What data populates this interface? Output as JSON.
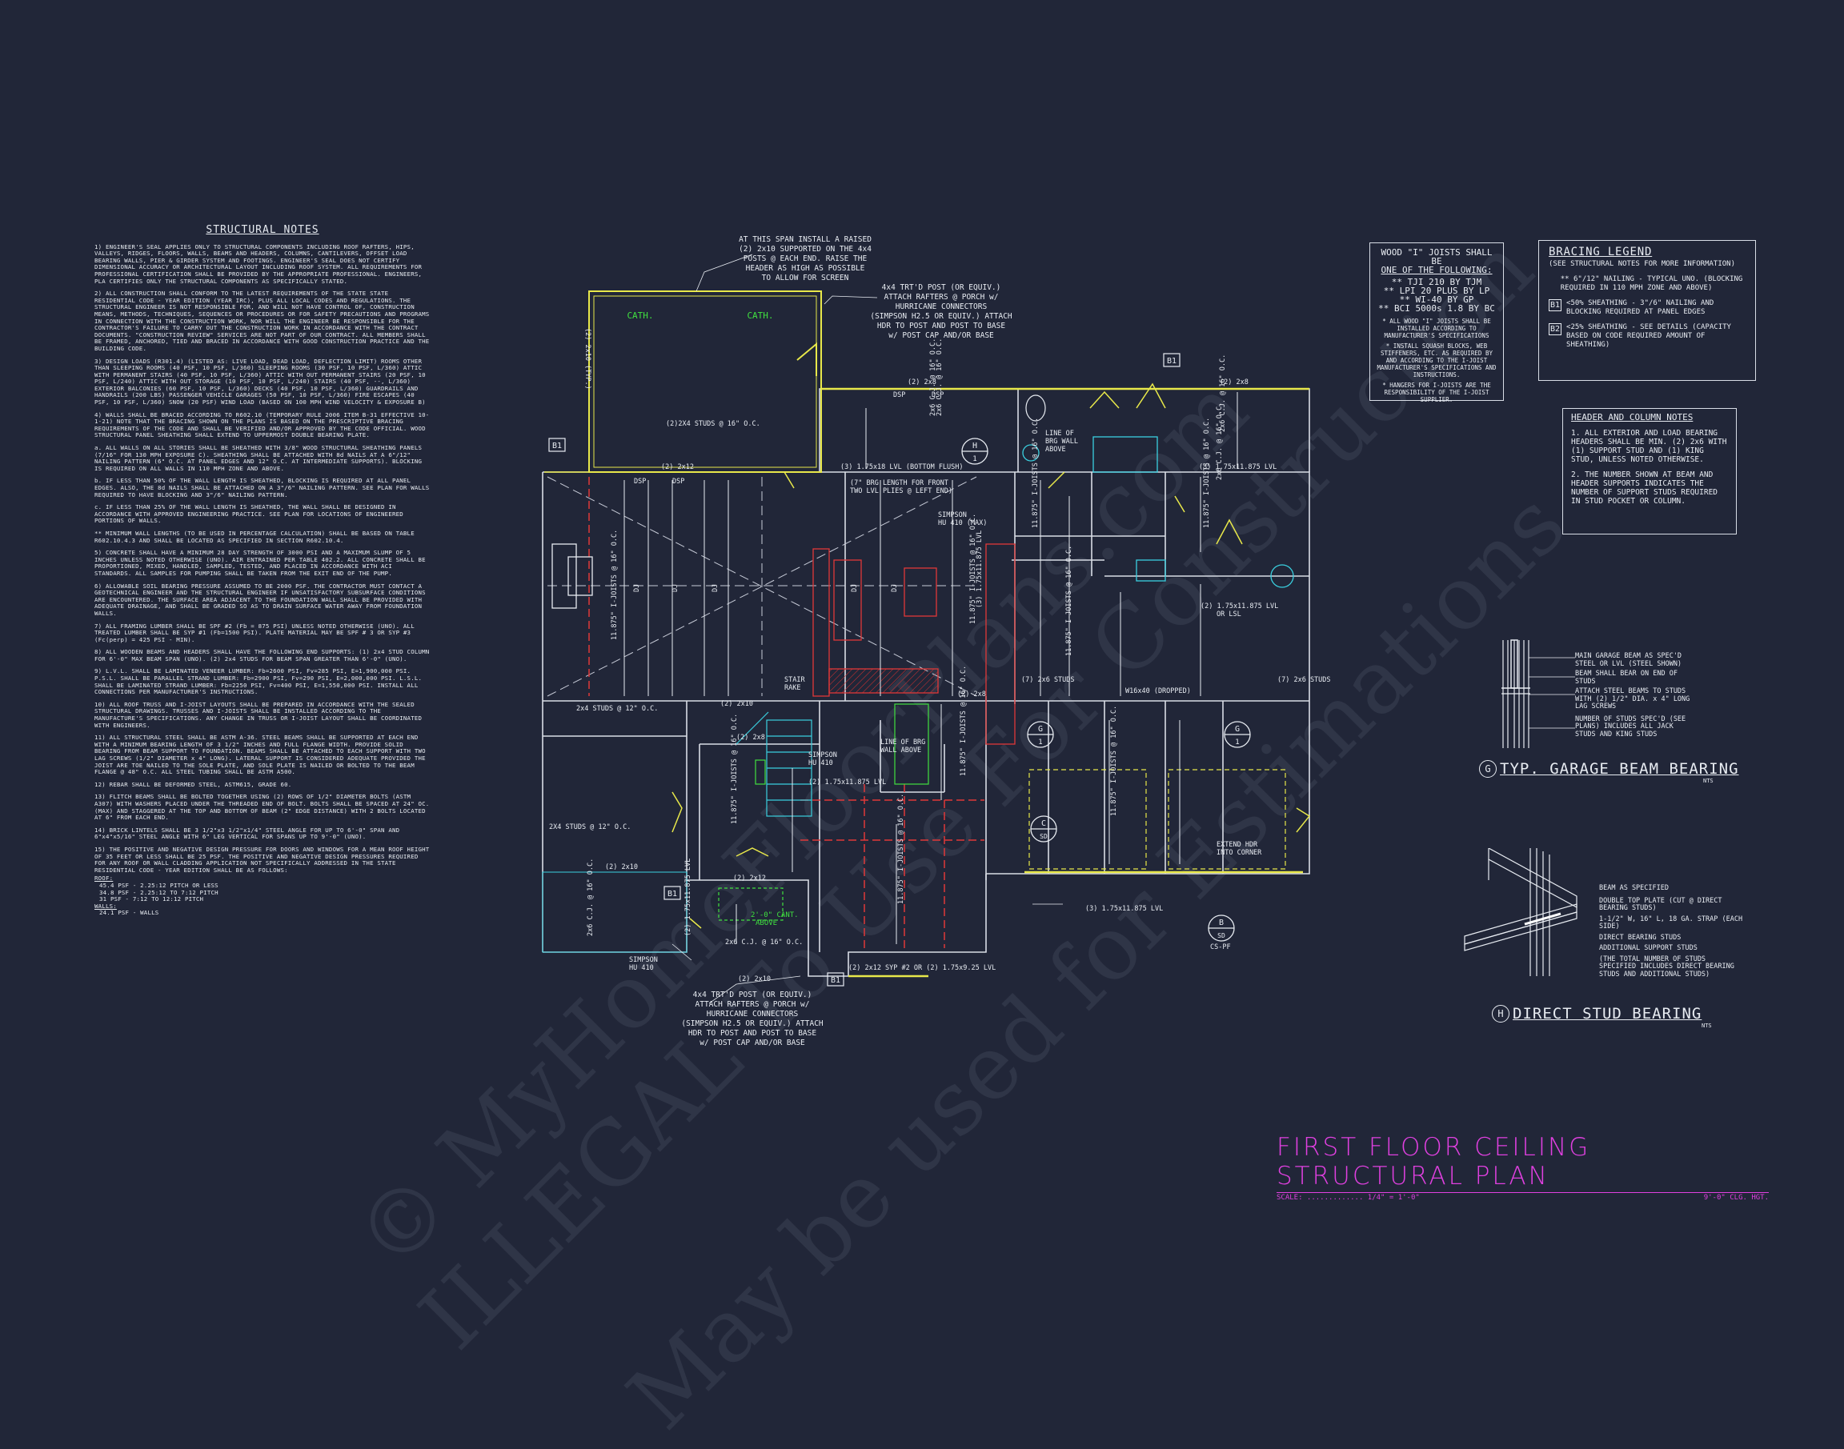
{
  "structural_notes": {
    "title": "STRUCTURAL NOTES",
    "paragraphs": [
      "1) ENGINEER'S SEAL APPLIES ONLY TO STRUCTURAL COMPONENTS INCLUDING ROOF RAFTERS, HIPS, VALLEYS, RIDGES, FLOORS, WALLS, BEAMS AND HEADERS, COLUMNS, CANTILEVERS, OFFSET LOAD BEARING WALLS, PIER & GIRDER SYSTEM AND FOOTINGS. ENGINEER'S SEAL DOES NOT CERTIFY DIMENSIONAL ACCURACY OR ARCHITECTURAL LAYOUT INCLUDING ROOF SYSTEM. ALL REQUIREMENTS FOR PROFESSIONAL CERTIFICATION SHALL BE PROVIDED BY THE APPROPRIATE PROFESSIONAL. ENGINEERS, PLA CERTIFIES ONLY THE STRUCTURAL COMPONENTS AS SPECIFICALLY STATED.",
      "2) ALL CONSTRUCTION SHALL CONFORM TO THE LATEST REQUIREMENTS OF THE STATE STATE RESIDENTIAL CODE - YEAR EDITION (YEAR IRC), PLUS ALL LOCAL CODES AND REGULATIONS. THE STRUCTURAL ENGINEER IS NOT RESPONSIBLE FOR, AND WILL NOT HAVE CONTROL OF, CONSTRUCTION MEANS, METHODS, TECHNIQUES, SEQUENCES OR PROCEDURES OR FOR SAFETY PRECAUTIONS AND PROGRAMS IN CONNECTION WITH THE CONSTRUCTION WORK, NOR WILL THE ENGINEER BE RESPONSIBLE FOR THE CONTRACTOR'S FAILURE TO CARRY OUT THE CONSTRUCTION WORK IN ACCORDANCE WITH THE CONTRACT DOCUMENTS. \"CONSTRUCTION REVIEW\" SERVICES ARE NOT PART OF OUR CONTRACT. ALL MEMBERS SHALL BE FRAMED, ANCHORED, TIED AND BRACED IN ACCORDANCE WITH GOOD CONSTRUCTION PRACTICE AND THE BUILDING CODE.",
      "3) DESIGN LOADS (R301.4) (LISTED AS: LIVE LOAD, DEAD LOAD, DEFLECTION LIMIT) ROOMS OTHER THAN SLEEPING ROOMS (40 PSF, 10 PSF, L/360) SLEEPING ROOMS (30 PSF, 10 PSF, L/360) ATTIC WITH PERMANENT STAIRS (40 PSF, 10 PSF, L/360) ATTIC WITH OUT PERMANENT STAIRS (20 PSF, 10 PSF, L/240) ATTIC WITH OUT STORAGE (10 PSF, 10 PSF, L/240) STAIRS (40 PSF, --, L/360) EXTERIOR BALCONIES (60 PSF, 10 PSF, L/360) DECKS (40 PSF, 10 PSF, L/360) GUARDRAILS AND HANDRAILS (200 LBS) PASSENGER VEHICLE GARAGES (50 PSF, 10 PSF, L/360) FIRE ESCAPES (40 PSF, 10 PSF, L/360) SNOW (20 PSF) WIND LOAD (BASED ON 100 MPH WIND VELOCITY & EXPOSURE B)",
      "4) WALLS SHALL BE BRACED ACCORDING TO R602.10 (TEMPORARY RULE 2006 ITEM B-31 EFFECTIVE 10-1-21) NOTE THAT THE BRACING SHOWN ON THE PLANS IS BASED ON THE PRESCRIPTIVE BRACING REQUIREMENTS OF THE CODE AND SHALL BE VERIFIED AND/OR APPROVED BY THE CODE OFFICIAL. WOOD STRUCTURAL PANEL SHEATHING SHALL EXTEND TO UPPERMOST DOUBLE BEARING PLATE.",
      "a. ALL WALLS ON ALL STORIES SHALL BE SHEATHED WITH 3/8\" WOOD STRUCTURAL SHEATHING PANELS (7/16\" FOR 130 MPH EXPOSURE C). SHEATHING SHALL BE ATTACHED WITH 8d NAILS AT A 6\"/12\" NAILING PATTERN (6\" O.C. AT PANEL EDGES AND 12\" O.C. AT INTERMEDIATE SUPPORTS). BLOCKING IS REQUIRED ON ALL WALLS IN 110 MPH ZONE AND ABOVE.",
      "b. IF LESS THAN 50% OF THE WALL LENGTH IS SHEATHED, BLOCKING IS REQUIRED AT ALL PANEL EDGES. ALSO, THE 8d NAILS SHALL BE ATTACHED ON A 3\"/6\" NAILING PATTERN. SEE PLAN FOR WALLS REQUIRED TO HAVE BLOCKING AND 3\"/6\" NAILING PATTERN.",
      "c. IF LESS THAN 25% OF THE WALL LENGTH IS SHEATHED, THE WALL SHALL BE DESIGNED IN ACCORDANCE WITH APPROVED ENGINEERING PRACTICE. SEE PLAN FOR LOCATIONS OF ENGINEERED PORTIONS OF WALLS.",
      "** MINIMUM WALL LENGTHS (TO BE USED IN PERCENTAGE CALCULATION) SHALL BE BASED ON TABLE R602.10.4.3 AND SHALL BE LOCATED AS SPECIFIED IN SECTION R602.10.4.",
      "5) CONCRETE SHALL HAVE A MINIMUM 28 DAY STRENGTH OF 3000 PSI AND A MAXIMUM SLUMP OF 5 INCHES UNLESS NOTED OTHERWISE (UNO). AIR ENTRAINED PER TABLE 402.2. ALL CONCRETE SHALL BE PROPORTIONED, MIXED, HANDLED, SAMPLED, TESTED, AND PLACED IN ACCORDANCE WITH ACI STANDARDS. ALL SAMPLES FOR PUMPING SHALL BE TAKEN FROM THE EXIT END OF THE PUMP.",
      "6) ALLOWABLE SOIL BEARING PRESSURE ASSUMED TO BE 2000 PSF. THE CONTRACTOR MUST CONTACT A GEOTECHNICAL ENGINEER AND THE STRUCTURAL ENGINEER IF UNSATISFACTORY SUBSURFACE CONDITIONS ARE ENCOUNTERED. THE SURFACE AREA ADJACENT TO THE FOUNDATION WALL SHALL BE PROVIDED WITH ADEQUATE DRAINAGE, AND SHALL BE GRADED SO AS TO DRAIN SURFACE WATER AWAY FROM FOUNDATION WALLS.",
      "7) ALL FRAMING LUMBER SHALL BE SPF #2 (Fb = 875 PSI) UNLESS NOTED OTHERWISE (UNO). ALL TREATED LUMBER SHALL BE SYP #1 (Fb=1500 PSI). PLATE MATERIAL MAY BE SPF # 3 OR SYP #3 (Fc(perp) = 425 PSI - MIN).",
      "8) ALL WOODEN BEAMS AND HEADERS SHALL HAVE THE FOLLOWING END SUPPORTS: (1) 2x4 STUD COLUMN FOR 6'-0\" MAX BEAM SPAN (UNO). (2) 2x4 STUDS FOR BEAM SPAN GREATER THAN 6'-0\" (UNO).",
      "9) L.V.L. SHALL BE LAMINATED VENEER LUMBER: Fb=2600 PSI, Fv=285 PSI, E=1,900,000 PSI. P.S.L. SHALL BE PARALLEL STRAND LUMBER: Fb=2900 PSI, Fv=290 PSI, E=2,000,000 PSI. L.S.L. SHALL BE LAMINATED STRAND LUMBER: Fb=2250 PSI, Fv=400 PSI, E=1,550,000 PSI. INSTALL ALL CONNECTIONS PER MANUFACTURER'S INSTRUCTIONS.",
      "10) ALL ROOF TRUSS AND I-JOIST LAYOUTS SHALL BE PREPARED IN ACCORDANCE WITH THE SEALED STRUCTURAL DRAWINGS. TRUSSES AND I-JOISTS SHALL BE INSTALLED ACCORDING TO THE MANUFACTURE'S SPECIFICATIONS. ANY CHANGE IN TRUSS OR I-JOIST LAYOUT SHALL BE COORDINATED WITH ENGINEERS.",
      "11) ALL STRUCTURAL STEEL SHALL BE ASTM A-36. STEEL BEAMS SHALL BE SUPPORTED AT EACH END WITH A MINIMUM BEARING LENGTH OF 3 1/2\" INCHES AND FULL FLANGE WIDTH. PROVIDE SOLID BEARING FROM BEAM SUPPORT TO FOUNDATION. BEAMS SHALL BE ATTACHED TO EACH SUPPORT WITH TWO LAG SCREWS (1/2\" DIAMETER x 4\" LONG). LATERAL SUPPORT IS CONSIDERED ADEQUATE PROVIDED THE JOIST ARE TOE NAILED TO THE SOLE PLATE, AND SOLE PLATE IS NAILED OR BOLTED TO THE BEAM FLANGE @ 48\" O.C. ALL STEEL TUBING SHALL BE ASTM A500.",
      "12) REBAR SHALL BE DEFORMED STEEL, ASTM615, GRADE 60.",
      "13) FLITCH BEAMS SHALL BE BOLTED TOGETHER USING (2) ROWS OF 1/2\" DIAMETER BOLTS (ASTM A307) WITH WASHERS PLACED UNDER THE THREADED END OF BOLT. BOLTS SHALL BE SPACED AT 24\" OC. (MAX) AND STAGGERED AT THE TOP AND BOTTOM OF BEAM (2\" EDGE DISTANCE) WITH 2 BOLTS LOCATED AT 6\" FROM EACH END.",
      "14) BRICK LINTELS SHALL BE 3 1/2\"x3 1/2\"x1/4\" STEEL ANGLE FOR UP TO 6'-0\" SPAN AND 6\"x4\"x5/16\" STEEL ANGLE WITH 6\" LEG VERTICAL FOR SPANS UP TO 9'-0\" (UNO).",
      "15) THE POSITIVE AND NEGATIVE DESIGN PRESSURE FOR DOORS AND WINDOWS FOR A MEAN ROOF HEIGHT OF 35 FEET OR LESS SHALL BE 25 PSF. THE POSITIVE AND NEGATIVE DESIGN PRESSURES REQUIRED FOR ANY ROOF OR WALL CLADDING APPLICATION NOT SPECIFICALLY ADDRESSED IN THE STATE RESIDENTIAL CODE - YEAR EDITION SHALL BE AS FOLLOWS:"
    ],
    "roof_label": "ROOF:",
    "roof_lines": [
      "45.4 PSF - 2.25:12 PITCH OR LESS",
      "34.8 PSF - 2.25:12 TO 7:12 PITCH",
      "31 PSF - 7:12 TO 12:12 PITCH"
    ],
    "walls_label": "WALLS:",
    "walls_lines": [
      "24.1 PSF - WALLS"
    ]
  },
  "ijoist_box": {
    "line1": "WOOD \"I\" JOISTS SHALL BE",
    "line2": "ONE OF THE FOLLOWING:",
    "items": [
      "** TJI 210 BY TJM",
      "** LPI 20 PLUS BY LP",
      "** WI-40 BY GP",
      "** BCI 5000s 1.8 BY BC"
    ],
    "notes": [
      "* ALL WOOD \"I\" JOISTS SHALL BE INSTALLED ACCORDING TO MANUFACTURER'S SPECIFICATIONS",
      "* INSTALL SQUASH BLOCKS, WEB STIFFENERS, ETC. AS REQUIRED BY AND ACCORDING TO THE I-JOIST MANUFACTURER'S SPECIFICATIONS AND INSTRUCTIONS.",
      "* HANGERS FOR I-JOISTS ARE THE RESPONSIBILITY OF THE I-JOIST SUPPLIER."
    ]
  },
  "bracing_legend": {
    "title": "BRACING LEGEND",
    "subtitle": "(SEE STRUCTURAL NOTES FOR MORE INFORMATION)",
    "items": [
      {
        "tag": "",
        "text": "** 6\"/12\" NAILING - TYPICAL UNO. (BLOCKING REQUIRED IN 110 MPH ZONE AND ABOVE)"
      },
      {
        "tag": "B1",
        "text": "<50% SHEATHING - 3\"/6\" NAILING AND BLOCKING REQUIRED AT PANEL EDGES"
      },
      {
        "tag": "B2",
        "text": "<25% SHEATHING - SEE DETAILS (CAPACITY BASED ON CODE REQUIRED AMOUNT OF SHEATHING)"
      }
    ]
  },
  "header_notes": {
    "title": "HEADER AND COLUMN NOTES",
    "items": [
      "1. ALL EXTERIOR AND LOAD BEARING HEADERS SHALL BE MIN. (2) 2x6 WITH (1) SUPPORT STUD AND (1) KING STUD, UNLESS NOTED OTHERWISE.",
      "2. THE NUMBER SHOWN AT BEAM AND HEADER SUPPORTS INDICATES THE NUMBER OF SUPPORT STUDS REQUIRED IN STUD POCKET OR COLUMN."
    ]
  },
  "detail_g": {
    "tag": "G",
    "title": "TYP. GARAGE BEAM BEARING",
    "nts": "NTS",
    "callouts": [
      "MAIN GARAGE BEAM AS SPEC'D STEEL OR LVL (STEEL SHOWN)",
      "BEAM SHALL BEAR ON END OF STUDS",
      "ATTACH STEEL BEAMS TO STUDS WITH (2) 1/2\" DIA. x 4\" LONG LAG SCREWS",
      "NUMBER OF STUDS SPEC'D (SEE PLANS) INCLUDES ALL JACK STUDS AND KING STUDS"
    ]
  },
  "detail_h": {
    "tag": "H",
    "title": "DIRECT STUD BEARING",
    "nts": "NTS",
    "callouts": [
      "BEAM AS SPECIFIED",
      "DOUBLE TOP PLATE (CUT @ DIRECT BEARING STUDS)",
      "1-1/2\" W, 16\" L, 18 GA. STRAP (EACH SIDE)",
      "DIRECT BEARING STUDS",
      "ADDITIONAL SUPPORT STUDS",
      "(THE TOTAL NUMBER OF STUDS SPECIFIED INCLUDES DIRECT BEARING STUDS AND ADDITIONAL STUDS)"
    ]
  },
  "plan_title": {
    "title": "FIRST FLOOR CEILING STRUCTURAL PLAN",
    "scale": "SCALE: ............. 1/4\" = 1'-0\"",
    "height": "9'-0\" CLG. HGT."
  },
  "plan": {
    "notes": {
      "span_screen": [
        "AT THIS SPAN INSTALL A RAISED",
        "(2) 2x10 SUPPORTED ON THE 4x4",
        "POSTS @ EACH END. RAISE THE",
        "HEADER AS HIGH AS POSSIBLE",
        "TO ALLOW FOR SCREEN"
      ],
      "post_top": [
        "4x4 TRT'D POST (OR EQUIV.)",
        "ATTACH RAFTERS @ PORCH w/",
        "HURRICANE CONNECTORS",
        "(SIMPSON H2.5 OR EQUIV.) ATTACH",
        "HDR TO POST AND POST TO BASE",
        "w/ POST CAP AND/OR BASE"
      ],
      "post_bottom": [
        "4x4 TRT'D POST (OR EQUIV.)",
        "ATTACH RAFTERS @ PORCH w/",
        "HURRICANE CONNECTORS",
        "(SIMPSON H2.5 OR EQUIV.) ATTACH",
        "HDR TO POST AND POST TO BASE",
        "w/ POST CAP AND/OR BASE"
      ],
      "brg_length": [
        "(7\" BRG LENGTH FOR FRONT",
        "TWO LVL PLIES @ LEFT END)"
      ],
      "simpson_hu410_max": [
        "SIMPSON",
        "HU 410 (MAX)"
      ],
      "line_brg_above": [
        "LINE OF",
        "BRG WALL",
        "ABOVE"
      ],
      "line_brg_above2": [
        "LINE OF BRG",
        "WALL ABOVE"
      ],
      "simpson_hu410": [
        "SIMPSON",
        "HU 410"
      ],
      "simpson_hu410_b": [
        "SIMPSON",
        "HU 410"
      ],
      "extend_hdr": [
        "EXTEND HDR",
        "INTO CORNER"
      ],
      "stair_rake": [
        "STAIR",
        "RAKE"
      ],
      "cant_above": [
        "2'-0\" CANT.",
        "ABOVE"
      ],
      "lsl_note": [
        "(2) 1.75x11.875 LVL",
        "OR LSL"
      ],
      "cath1": "CATH.",
      "cath2": "CATH."
    },
    "labels": {
      "l_2x10_typ": "(2) 2x10 (TYP.)",
      "l_2x4_studs_16": "(2)2X4 STUDS @ 16\" O.C.",
      "l_2x12": "(2) 2x12",
      "l_dsp1": "DSP",
      "l_dsp2": "DSP",
      "l_2x8_top": "(2) 2x8",
      "l_2x8_top2": "(2) 2x8",
      "l_dsp3": "DSP",
      "l_dsp4": "DSP",
      "l_lvl_bottom": "(3) 1.75x18 LVL (BOTTOM FLUSH)",
      "l_lvl_right": "(3) 1.75x11.875 LVL",
      "l_2x6cj_a": "2x6 C.J. @ 16\" O.C.",
      "l_2x6cj_b": "2x6 C.J. @ 16\" O.C.",
      "l_2x6cj_c": "2x6 C.J. @ 16\" O.C.",
      "l_2x6cj_d": "2x6 C.J. @ 16\" O.C.",
      "l_ij1": "11.875\" I-JOISTS @ 16\" O.C.",
      "l_ij2": "11.875\" I-JOISTS @ 16\" O.C.",
      "l_ij3": "11.875\" I-JOISTS @ 16\" O.C.",
      "l_ij4": "11.875\" I-JOISTS @ 16\" O.C.",
      "l_ij5": "11.875\" I-JOISTS @ 16\" O.C.",
      "l_ij6": "11.875\" I-JOISTS @ 16\" O.C.",
      "l_ij7": "11.875\" I-JOISTS @ 16\" O.C.",
      "l_ij8": "11.875\" I-JOISTS @ 16\" O.C.",
      "l_ij9": "11.875\" I-JOISTS @ 16\" O.C.",
      "l_lvl_mid": "(3) 1.75x11.875 LVL",
      "l_w16x40": "W16x40 (DROPPED)",
      "l_2x6_studs": "(7) 2x6 STUDS",
      "l_2x6_studs2": "(7) 2x6 STUDS",
      "l_2x4_studs_12": "2x4 STUDS @ 12\" O.C.",
      "l_2x10_a": "(2) 2x10",
      "l_2x10_b": "(2) 2x10",
      "l_2x10_c": "(2) 2x10",
      "l_2x12_b": "(2) 2x12",
      "l_2x8_mid": "(2) 2x8",
      "l_2x8_mid2": "(2) 2x8",
      "l_2x4_studs_left": "2X4 STUDS @ 12\" O.C.",
      "l_lvl_left": "(2) 1.75x11.875 LVL",
      "l_lvl_stair": "(2) 1.75x11.875 LVL",
      "l_lvl_bottom2": "(3) 1.75x11.875 LVL",
      "l_2x12_syp": "(2) 2x12 SYP #2 OR (2) 1.75x9.25 LVL",
      "l_2x6cj_e": "2x6 C.J. @ 16\" O.C.",
      "l_2x6cj_f": "2x6 C.J. @ 16\" O.C.",
      "l_cs_pf": "CS-PF",
      "b1_a": "B1",
      "b1_b": "B1",
      "b1_c": "B1",
      "b1_d": "B1",
      "sec_h": "H",
      "sec_h_n": "1",
      "sec_g1": "G",
      "sec_g1_n": "1",
      "sec_g2": "G",
      "sec_g2_n": "1",
      "sec_c": "C",
      "sec_c_n": "SD",
      "sec_b": "B",
      "sec_b_n": "SD",
      "dj1": "DJ",
      "dj2": "DJ",
      "dj3": "DJ",
      "dj4": "DJ",
      "dj5": "DJ"
    }
  },
  "watermark": {
    "line1": "© MyHomeFloorPlans.com",
    "line2": "ILLEGAL To Use For Construction",
    "line3": "May be used for Estimations"
  }
}
